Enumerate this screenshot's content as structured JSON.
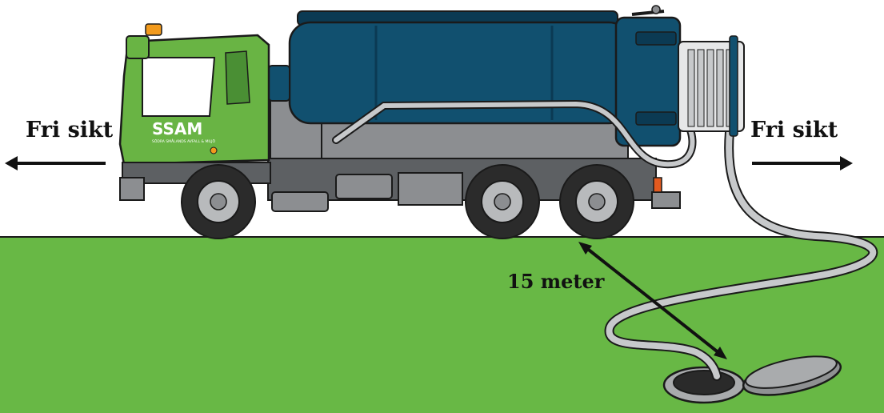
{
  "labels": {
    "left": "Fri sikt",
    "right": "Fri sikt",
    "distance": "15 meter"
  },
  "truck": {
    "logo_text": "SSAM",
    "logo_subtext": "SÖDRA SMÅLANDS AVFALL & MILJÖ"
  },
  "colors": {
    "ground": "#68b845",
    "cab": "#69b444",
    "cab_dark": "#4a8f34",
    "tank": "#11506f",
    "tank_dark": "#0b3a53",
    "chassis": "#8c8e91",
    "chassis_dark": "#5d6063",
    "tire": "#2b2b2b",
    "hose": "#c7c9cb",
    "outline": "#1a1a1a",
    "beacon": "#f29a1c",
    "text": "#111111"
  }
}
